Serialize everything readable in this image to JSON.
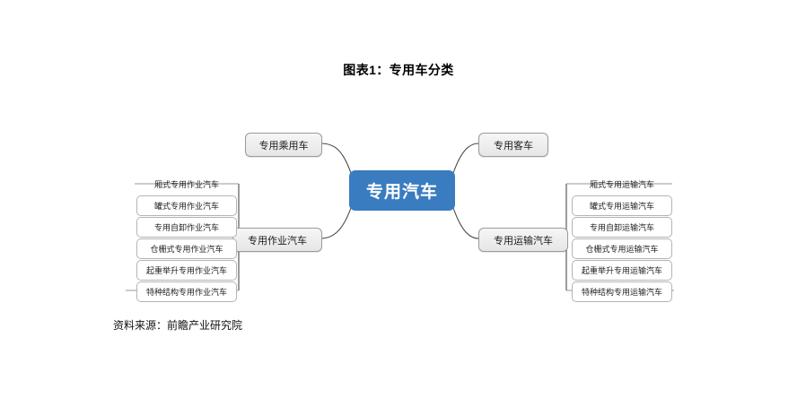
{
  "figure": {
    "title": "图表1：专用车分类",
    "source": "资料来源：前瞻产业研究院"
  },
  "diagram_data": {
    "type": "mindmap",
    "root": "专用汽车",
    "branches": [
      {
        "id": "top-left",
        "label": "专用乘用车",
        "children": []
      },
      {
        "id": "top-right",
        "label": "专用客车",
        "children": []
      },
      {
        "id": "bottom-left",
        "label": "专用作业汽车",
        "children": [
          "厢式专用作业汽车",
          "罐式专用作业汽车",
          "专用自卸作业汽车",
          "仓栅式专用作业汽车",
          "起重举升专用作业汽车",
          "特种结构专用作业汽车"
        ]
      },
      {
        "id": "bottom-right",
        "label": "专用运输汽车",
        "children": [
          "厢式专用运输汽车",
          "罐式专用运输汽车",
          "专用自卸运输汽车",
          "仓栅式专用运输汽车",
          "起重举升专用运输汽车",
          "特种结构专用运输汽车"
        ]
      }
    ]
  },
  "colors": {
    "root_fill": "#3a7cc0",
    "root_text": "#ffffff",
    "branch_fill": "#ececec",
    "branch_border": "#9a9a9a",
    "leaf_border": "#b4b4b4",
    "connector": "#4a4a4a",
    "background": "#ffffff"
  }
}
